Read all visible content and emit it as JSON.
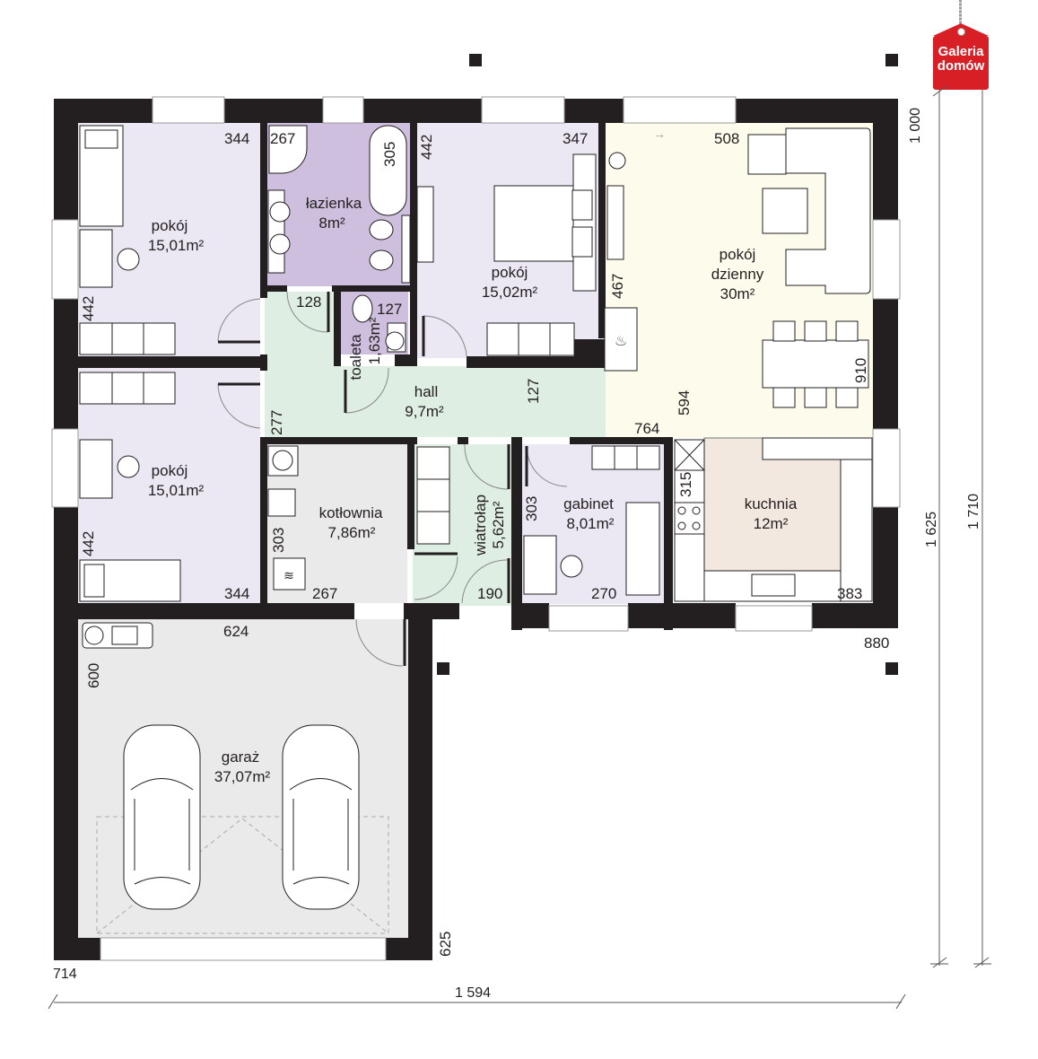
{
  "brand": {
    "line1": "Galeria",
    "line2": "domów",
    "color": "#d81f26"
  },
  "colors": {
    "wall": "#231f20",
    "bedroom": "#ebe7f3",
    "bathroom": "#cdbfdd",
    "hall": "#dfeee2",
    "living": "#fdfcec",
    "kitchen": "#f3e8df",
    "boiler": "#e9eae9",
    "garage": "#e9eae9"
  },
  "rooms": {
    "bedroom_nw": {
      "name": "pokój",
      "area": "15,01m²"
    },
    "bathroom": {
      "name": "łazienka",
      "area": "8m²"
    },
    "bedroom_master": {
      "name": "pokój",
      "area": "15,02m²"
    },
    "living": {
      "name": "pokój",
      "name2": "dzienny",
      "area": "30m²"
    },
    "toilet": {
      "name": "toaleta",
      "area": "1,63m²"
    },
    "hall": {
      "name": "hall",
      "area": "9,7m²"
    },
    "bedroom_w": {
      "name": "pokój",
      "area": "15,01m²"
    },
    "boiler": {
      "name": "kotłownia",
      "area": "7,86m²"
    },
    "vestibule": {
      "name": "wiatrołap",
      "area": "5,62m²"
    },
    "office": {
      "name": "gabinet",
      "area": "8,01m²"
    },
    "kitchen": {
      "name": "kuchnia",
      "area": "12m²"
    },
    "garage": {
      "name": "garaż",
      "area": "37,07m²"
    }
  },
  "room_heights": {
    "bedroom_nw_w": "344",
    "bedroom_nw_h": "442",
    "bath_w": "267",
    "bath_h": "305",
    "master_h": "442",
    "master_w": "347",
    "living_w": "508",
    "living_h1": "467",
    "living_h2": "910",
    "living_w2": "594",
    "hall_a": "128",
    "toilet_a": "127",
    "hall_b": "127",
    "hall_c": "277",
    "living_b": "764",
    "bedroom_w_h": "442",
    "bedroom_w_w": "344",
    "boiler_h": "303",
    "boiler_w": "267",
    "vest_w": "190",
    "office_h": "303",
    "office_w": "270",
    "kitchen_h": "315",
    "kitchen_w": "383",
    "garage_w": "624",
    "garage_h": "600"
  },
  "outer_dimensions": {
    "top_right": "1 000",
    "right_inner": "1 625",
    "right_outer": "1 710",
    "bottom_right": "880",
    "garage_side": "625",
    "bottom_left": "714",
    "bottom_total": "1 594"
  }
}
